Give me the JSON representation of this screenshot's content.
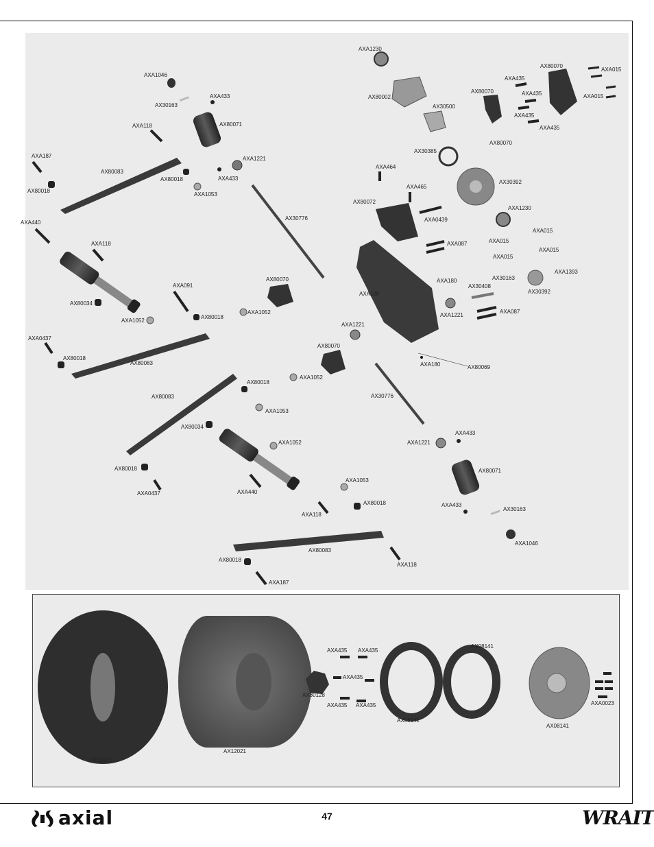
{
  "page": {
    "number": "47"
  },
  "brand": {
    "left": "axial",
    "right": "WRAITH"
  },
  "colors": {
    "part": "#3a3a3a",
    "part_light": "#9a9a9a",
    "canvas": "#ebebeb",
    "line": "#111111"
  },
  "labels": {
    "axa1046_t": "AXA1046",
    "ax30163_t": "AX30163",
    "axa433_t": "AXA433",
    "ax80071_t": "AX80071",
    "axa118_t": "AXA118",
    "axa187_t": "AXA187",
    "ax80083_t": "AX80083",
    "ax80018_t": "AX80018",
    "axa433_b": "AXA433",
    "axa1221_t": "AXA1221",
    "ax80018_l": "AX80018",
    "axa1053_t": "AXA1053",
    "axa440_t": "AXA440",
    "axa118_m": "AXA118",
    "ax30776_t": "AX30776",
    "ax80034_t": "AX80034",
    "axa091": "AXA091",
    "ax80018_m": "AX80018",
    "axa1052_l": "AXA1052",
    "ax80070_m": "AX80070",
    "axa1052_m": "AXA1052",
    "axa0437_t": "AXA0437",
    "ax80018_ll": "AX80018",
    "ax80083_m": "AX80083",
    "axa1230_t": "AXA1230",
    "ax80002": "AX80002",
    "ax30500": "AX30500",
    "ax30385": "AX30385",
    "axa435_1": "AXA435",
    "ax80070_t": "AX80070",
    "axa435_2": "AXA435",
    "ax80070_tr": "AX80070",
    "axa015_1": "AXA015",
    "axa015_2": "AXA015",
    "axa435_3": "AXA435",
    "axa435_4": "AXA435",
    "ax80070_b": "AX80070",
    "axa464": "AXA464",
    "ax30392_t": "AX30392",
    "axa465": "AXA465",
    "ax80072": "AX80072",
    "axa0439": "AXA0439",
    "axa1230_m": "AXA1230",
    "axa087_t": "AXA087",
    "axa015_3": "AXA015",
    "axa015_4": "AXA015",
    "axa015_5": "AXA015",
    "axa015_6": "AXA015",
    "axa1393": "AXA1393",
    "ax30163_m": "AX30163",
    "axa180_t": "AXA180",
    "ax30408": "AX30408",
    "ax30392_b": "AX30392",
    "axa180_l": "AXA180",
    "axa1221_m": "AXA1221",
    "axa087_b": "AXA087",
    "axa1221_l": "AXA1221",
    "ax80070_l": "AX80070",
    "axa1052_b": "AXA1052",
    "axa180_b": "AXA180",
    "ax80069": "AX80069",
    "ax80018_b1": "AX80018",
    "ax80083_b1": "AX80083",
    "ax30776_b": "AX30776",
    "axa1053_m": "AXA1053",
    "ax80034_b": "AX80034",
    "axa1052_bb": "AXA1052",
    "axa1221_b": "AXA1221",
    "axa433_r": "AXA433",
    "ax80018_b2": "AX80018",
    "axa0437_b": "AXA0437",
    "axa440_b": "AXA440",
    "axa1053_b": "AXA1053",
    "ax80071_b": "AX80071",
    "axa118_b": "AXA118",
    "ax80018_b3": "AX80018",
    "axa433_rb": "AXA433",
    "ax30163_b": "AX30163",
    "axa1046_b": "AXA1046",
    "ax80083_b2": "AX80083",
    "ax80018_b4": "AX80018",
    "axa118_bb": "AXA118",
    "axa187_b": "AXA187"
  },
  "wheel": {
    "ax12021_tire": "AX12021",
    "ax12021_foam": "AX12021",
    "axa435_a": "AXA435",
    "axa435_b": "AXA435",
    "axa435_c": "AXA435",
    "axa435_d": "AXA435",
    "axa435_e": "AXA435",
    "ax80128": "AX80128",
    "ax08141_a": "AX08141",
    "ax08141_b": "AX08141",
    "ax08141_c": "AX08141",
    "axa0023": "AXA0023"
  }
}
